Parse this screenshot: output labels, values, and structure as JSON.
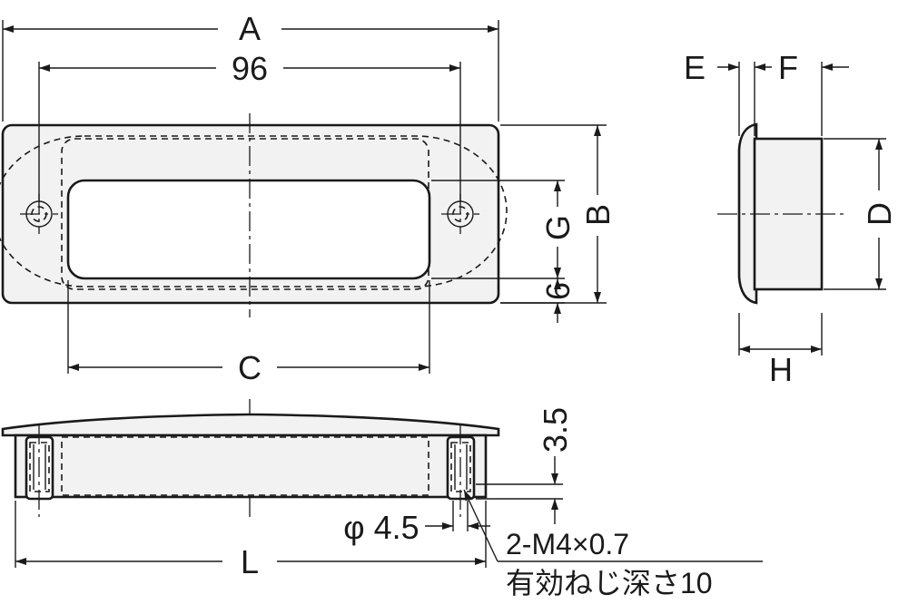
{
  "labels": {
    "dim_a": "A",
    "dim_96": "96",
    "dim_c": "C",
    "dim_b": "B",
    "dim_g": "G",
    "dim_6": "6",
    "dim_e": "E",
    "dim_f": "F",
    "dim_d": "D",
    "dim_h": "H",
    "dim_3_5": "3.5",
    "dim_l": "L",
    "dim_phi": "φ 4.5",
    "thread_spec": "2-M4×0.7",
    "thread_depth": "有効ねじ深さ10"
  },
  "colors": {
    "line": "#1a1a1a",
    "fill": "#f2f2f2",
    "background": "#ffffff"
  }
}
